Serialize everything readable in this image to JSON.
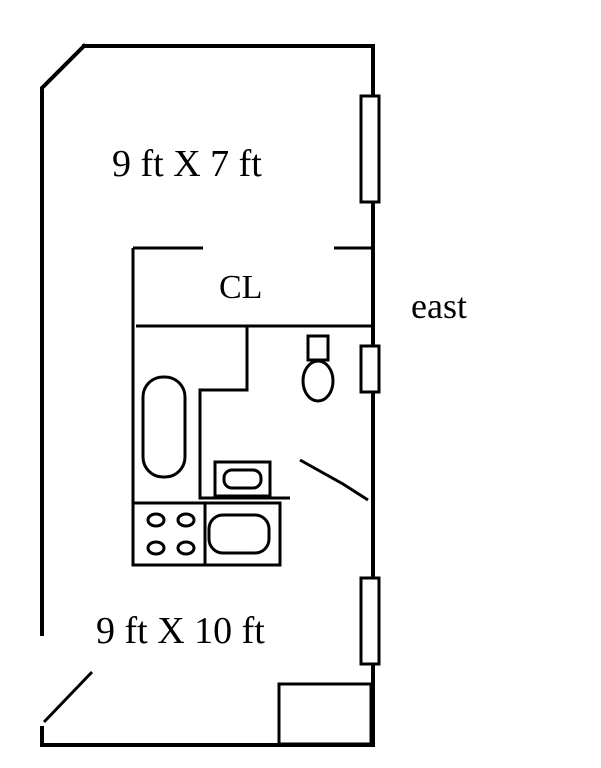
{
  "labels": {
    "top_room": "9 ft X 7 ft",
    "closet": "CL",
    "direction": "east",
    "bottom_room": "9 ft X 10 ft"
  },
  "colors": {
    "line": "#000000",
    "background": "#ffffff"
  }
}
